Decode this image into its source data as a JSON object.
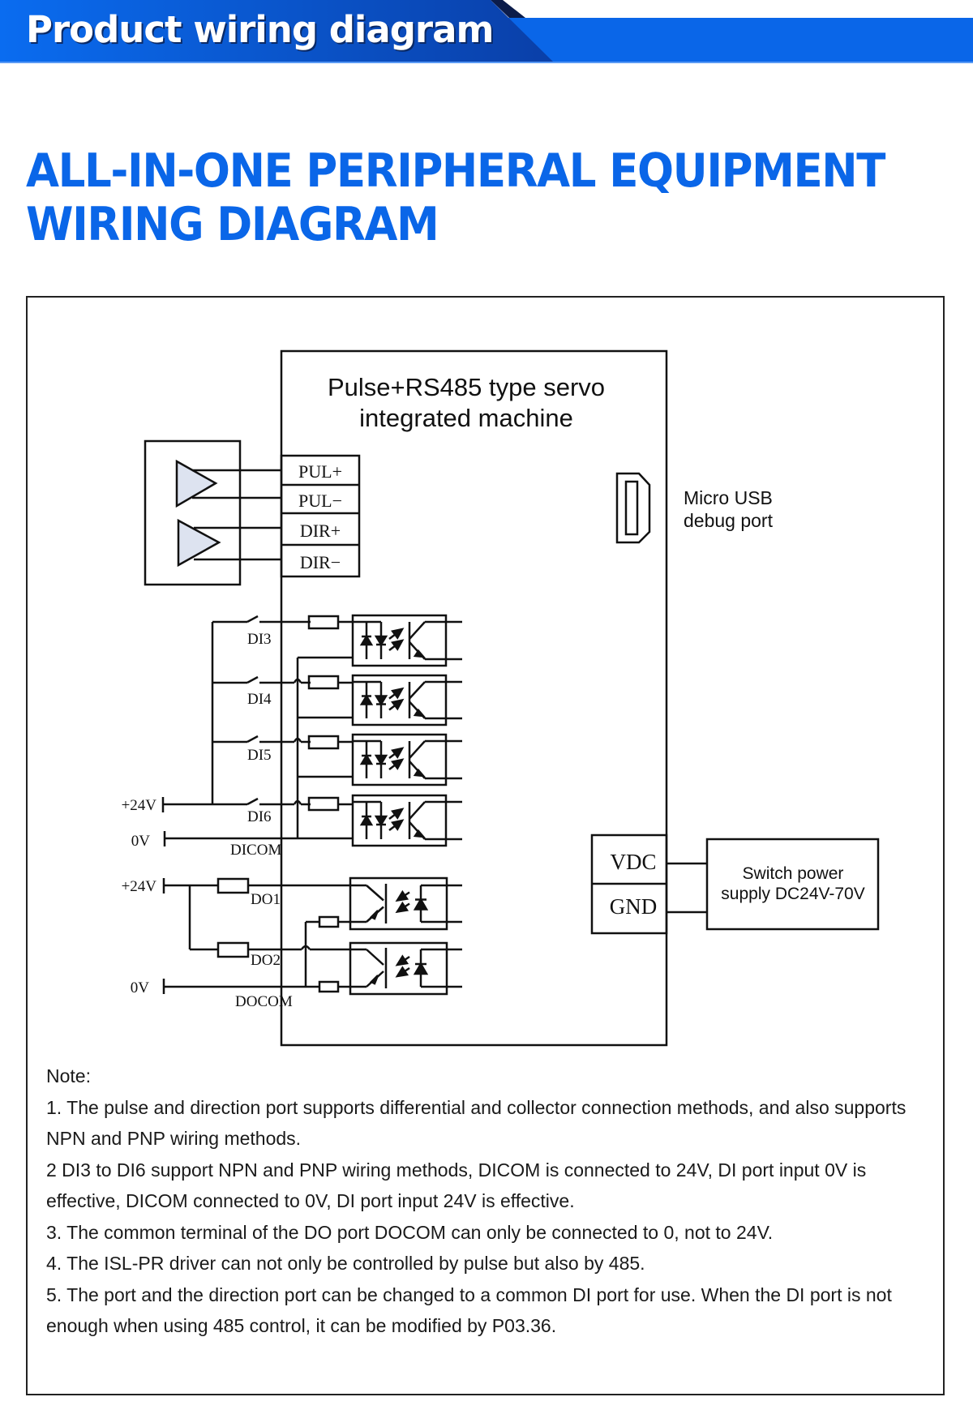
{
  "banner": {
    "title": "Product wiring diagram",
    "colors": {
      "primary": "#0a66e8",
      "dark": "#0a3fa8",
      "shadow": "#0b1c4a"
    }
  },
  "heading": {
    "line1": "ALL-IN-ONE PERIPHERAL EQUIPMENT",
    "line2": "WIRING DIAGRAM",
    "color": "#0a66e8"
  },
  "diagram": {
    "device": {
      "title_line1": "Pulse+RS485 type servo",
      "title_line2": "integrated machine"
    },
    "pulse_terminals": [
      "PUL+",
      "PUL−",
      "DIR+",
      "DIR−"
    ],
    "usb": {
      "icon": "micro-usb-port-icon",
      "label_line1": "Micro USB",
      "label_line2": "debug port"
    },
    "digital_inputs": {
      "supply_label": "+24V",
      "ground_label": "0V",
      "common_label": "DICOM",
      "inputs": [
        "DI3",
        "DI4",
        "DI5",
        "DI6"
      ],
      "icon": "optocoupler-icon"
    },
    "digital_outputs": {
      "supply_label": "+24V",
      "ground_label": "0V",
      "common_label": "DOCOM",
      "outputs": [
        "DO1",
        "DO2"
      ],
      "icon": "optocoupler-icon"
    },
    "power": {
      "terminals": [
        "VDC",
        "GND"
      ],
      "supply_line1": "Switch power",
      "supply_line2": "supply DC24V-70V"
    },
    "triangle_fill": "#dde3f0"
  },
  "notes": {
    "title": "Note:",
    "items": [
      "1. The pulse and direction port supports differential and collector connection methods, and also supports NPN and PNP wiring methods.",
      "2 DI3 to DI6 support NPN and PNP wiring methods, DICOM is connected to 24V, DI port input 0V is effective, DICOM connected to 0V, DI port input 24V is effective.",
      "3. The common terminal of the DO port DOCOM can only be connected to 0, not to 24V.",
      "4. The ISL-PR driver can not only be controlled by pulse but also by 485.",
      "5. The port and the direction port can be changed to a common DI port for use. When the DI port is not enough when using 485 control, it can be modified by P03.36."
    ]
  }
}
